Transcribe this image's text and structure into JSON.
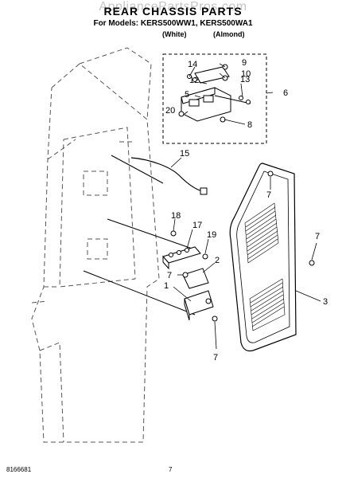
{
  "watermark": "AppliancePartsPros.com",
  "header": {
    "title": "REAR CHASSIS PARTS",
    "models": "For Models: KERS500WW1, KERS500WA1",
    "variant_white": "(White)",
    "variant_almond": "(Almond)"
  },
  "callouts": [
    "14",
    "9",
    "10",
    "12",
    "13",
    "6",
    "5",
    "20",
    "8",
    "15",
    "7",
    "18",
    "17",
    "19",
    "2",
    "7",
    "1",
    "7",
    "3",
    "7"
  ],
  "footer": {
    "part_number": "8166681",
    "page": "7"
  }
}
